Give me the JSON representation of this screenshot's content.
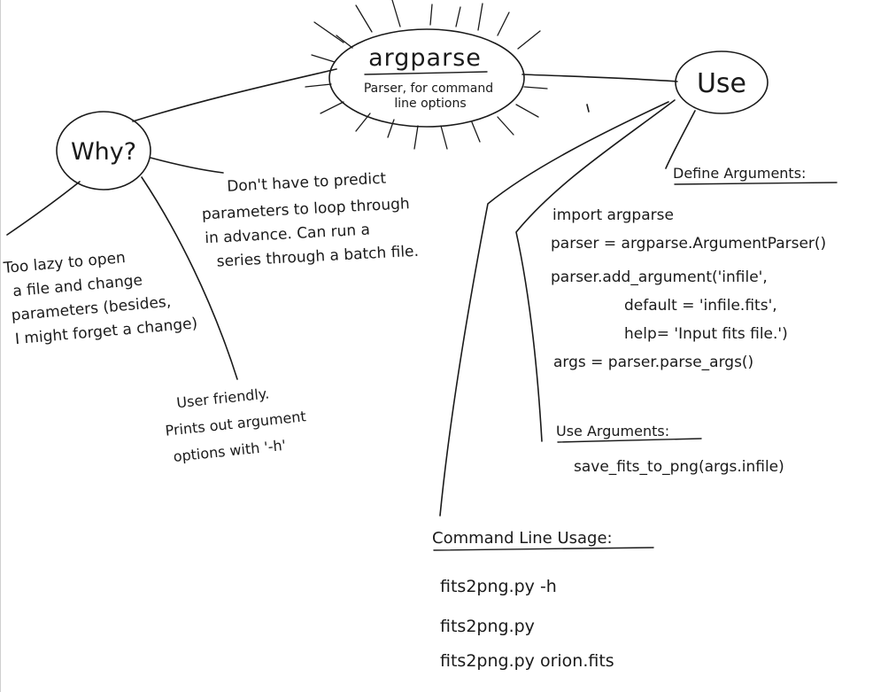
{
  "central": {
    "title": "argparse",
    "subtitle_line1": "Parser, for command",
    "subtitle_line2": "line options"
  },
  "why": {
    "label": "Why?",
    "reason1": [
      "Too lazy to open",
      "a file and change",
      "parameters (besides,",
      "I might forget a change)"
    ],
    "reason2": [
      "Don't have to predict",
      "parameters to loop through",
      "in advance.  Can run a",
      "series through a batch file."
    ],
    "reason3": [
      "User friendly.",
      "Prints out argument",
      "options with '-h'"
    ]
  },
  "use": {
    "label": "Use",
    "define": {
      "heading": "Define Arguments:",
      "code": [
        "import argparse",
        "parser = argparse.ArgumentParser()",
        "parser.add_argument('infile',",
        "default = 'infile.fits',",
        "help= 'Input fits file.')",
        "args = parser.parse_args()"
      ]
    },
    "use_args": {
      "heading": "Use Arguments:",
      "code": "save_fits_to_png(args.infile)"
    },
    "command_line": {
      "heading": "Command Line Usage:",
      "lines": [
        "fits2png.py  -h",
        "fits2png.py",
        "fits2png.py  orion.fits"
      ]
    }
  }
}
